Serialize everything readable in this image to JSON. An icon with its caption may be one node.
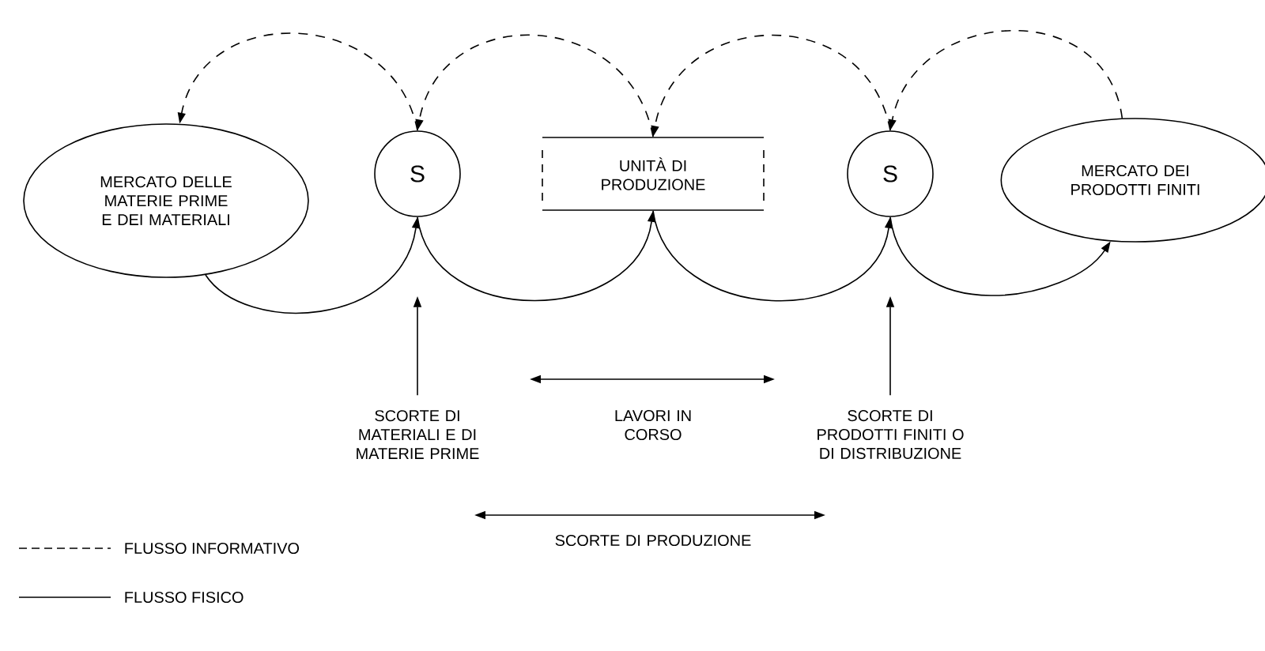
{
  "diagram": {
    "nodes": [
      {
        "text": [
          "MERCATO DELLE MATERIE PRIME E DEI MATERIALI"
        ]
      },
      {
        "text": [
          "S"
        ]
      },
      {
        "text": [
          "UNITÀ DI PRODUZIONE"
        ]
      },
      {
        "text": [
          "S"
        ]
      },
      {
        "text": [
          "MERCATO DEI PRODOTTI FINITI"
        ]
      },
      {
        "text": [
          "SCORTE DI MATERIALI E DI MATERIE PRIME"
        ]
      },
      {
        "text": [
          "SCORTE DI PRODOTTI FINITI O DI DISTRIBUZIONE"
        ]
      }
    ],
    "edges": [
      {
        "from": 1,
        "to": 0,
        "arrow": "to",
        "style": "dashed"
      },
      {
        "from": 2,
        "to": 1,
        "arrow": "to",
        "style": "dashed"
      },
      {
        "from": 3,
        "to": 2,
        "arrow": "to",
        "style": "dashed"
      },
      {
        "from": 4,
        "to": 3,
        "arrow": "to",
        "style": "dashed"
      },
      {
        "from": 0,
        "to": 1,
        "arrow": "to"
      },
      {
        "from": 1,
        "to": 2,
        "arrow": "to"
      },
      {
        "from": 2,
        "to": 3,
        "arrow": "to"
      },
      {
        "from": 3,
        "to": 4,
        "arrow": "to"
      },
      {
        "from": 5,
        "to": 1,
        "arrow": "to"
      },
      {
        "from": 6,
        "to": 3,
        "arrow": "to"
      }
    ],
    "labels": [
      "LAVORI IN CORSO",
      "SCORTE DI PRODUZIONE"
    ],
    "legend": [
      {
        "text": "FLUSSO INFORMATIVO"
      },
      {
        "text": "FLUSSO FISICO"
      }
    ]
  }
}
